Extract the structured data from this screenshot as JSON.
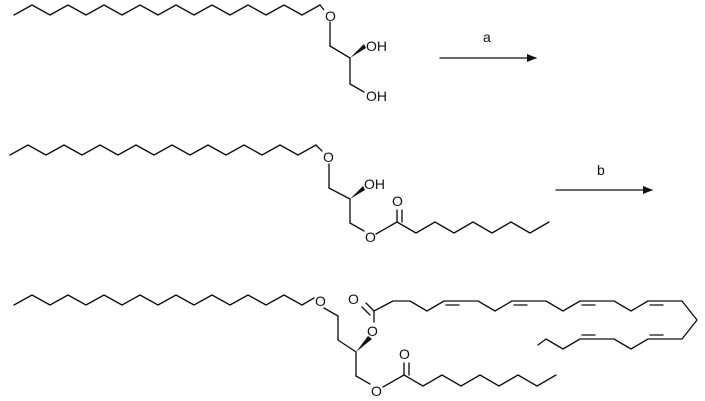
{
  "reaction_scheme": {
    "steps": [
      {
        "id": "a",
        "label": "a"
      },
      {
        "id": "b",
        "label": "b"
      }
    ],
    "compounds": [
      {
        "id": "compound-1",
        "atom_labels": [
          "O",
          "OH",
          "OH"
        ]
      },
      {
        "id": "compound-2",
        "atom_labels": [
          "O",
          "OH",
          "O",
          "O"
        ]
      },
      {
        "id": "compound-3",
        "atom_labels": [
          "O",
          "O",
          "O",
          "O",
          "O"
        ]
      }
    ]
  }
}
